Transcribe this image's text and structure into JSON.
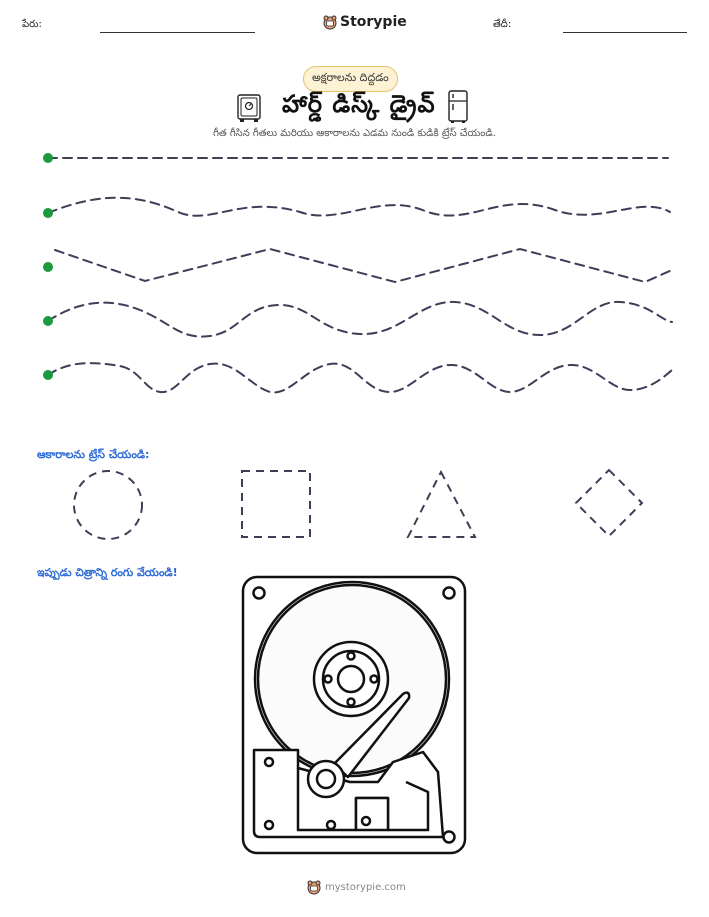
{
  "header": {
    "name_label": "పేరు:",
    "brand": "Storypie",
    "date_label": "తేదీ:"
  },
  "worksheet": {
    "category_pill": "అక్షరాలను దిద్దడం",
    "title": "హార్డ్ డిస్క్ డ్రైవ్",
    "instruction": "గీత గీసిన గీతలు మరియు ఆకారాలను ఎడమ నుండి కుడికి ట్రేస్ చేయండి."
  },
  "sections": {
    "shapes_heading": "ఆకారాలను ట్రేస్ చేయండి:",
    "color_heading": "ఇప్పుడు చిత్రాన్ని రంగు వేయండి!"
  },
  "icons": {
    "left_title_icon": "safe-icon",
    "right_title_icon": "fridge-icon",
    "brand_icon": "storypie-mascot-icon"
  },
  "colors": {
    "start_dot": "#1a9a3c",
    "dash": "#3c3f58",
    "section_heading": "#2d6bd6",
    "pill_border": "#e3c26a",
    "pill_bg": "#fdf3d4"
  },
  "footer": {
    "site": "mystorypie.com"
  }
}
